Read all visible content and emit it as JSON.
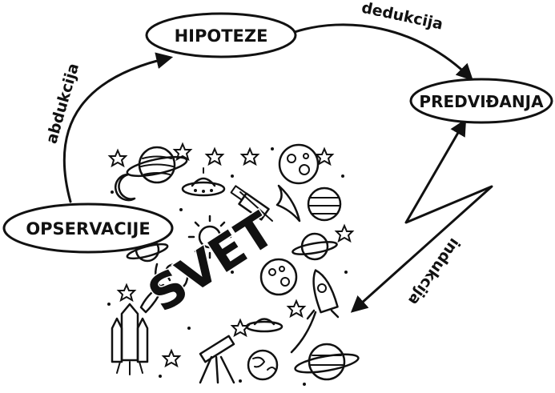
{
  "diagram": {
    "nodes": {
      "hypotheses": "HIPOTEZE",
      "predictions": "PREDVIĐANJA",
      "observations": "OPSERVACIJE",
      "world": "SVET"
    },
    "edges": {
      "abduction": "abdukcija",
      "deduction": "dedukcija",
      "induction": "indukcija"
    }
  },
  "illustration": {
    "subject": "doodle-space-collage",
    "icons": [
      "planet-icon",
      "star-icon",
      "moon-icon",
      "ufo-icon",
      "satellite-icon",
      "rocket-icon",
      "space-shuttle-icon",
      "telescope-icon",
      "comet-icon",
      "sun-icon"
    ]
  }
}
